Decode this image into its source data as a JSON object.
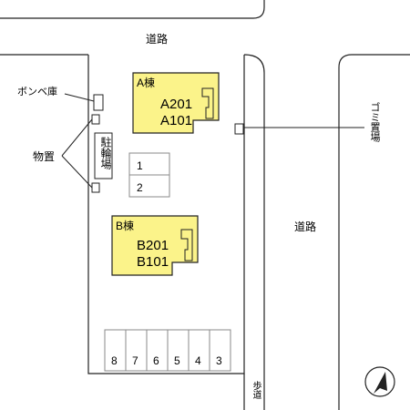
{
  "labels": {
    "road_top": "道路",
    "road_right": "道路",
    "gas_storage": "ボンベ庫",
    "storage": "物置",
    "bicycle_parking": "駐輪場",
    "garbage": "ゴミ置場",
    "sidewalk": "歩道"
  },
  "building_a": {
    "name": "A棟",
    "unit_upper": "A201",
    "unit_lower": "A101"
  },
  "building_b": {
    "name": "B棟",
    "unit_upper": "B201",
    "unit_lower": "B101"
  },
  "parking_center": [
    "1",
    "2"
  ],
  "parking_bottom": [
    "8",
    "7",
    "6",
    "5",
    "4",
    "3"
  ],
  "colors": {
    "building_fill": "#fbf38a",
    "line": "#222222"
  },
  "icons": [
    "north-arrow-icon"
  ]
}
